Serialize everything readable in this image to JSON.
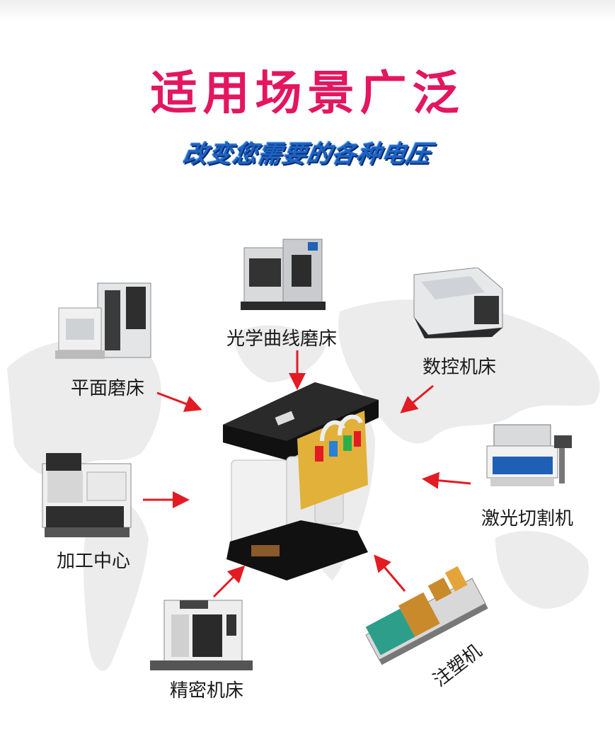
{
  "header": {
    "title": "适用场景广泛",
    "subtitle": "改变您需要的各种电压"
  },
  "machines": {
    "optical_curve_grinder": "光学曲线磨床",
    "surface_grinder": "平面磨床",
    "cnc_machine": "数控机床",
    "laser_cutter": "激光切割机",
    "machining_center": "加工中心",
    "precision_machine": "精密机床",
    "injection_molding": "注塑机"
  },
  "colors": {
    "title": "#e3165f",
    "subtitle": "#1c63c4",
    "arrow": "#e31b23",
    "transformer_coil": "#f1f1f1",
    "transformer_frame": "#111111"
  },
  "icons": {
    "center": "transformer-icon",
    "arrows": "arrow-icon"
  }
}
